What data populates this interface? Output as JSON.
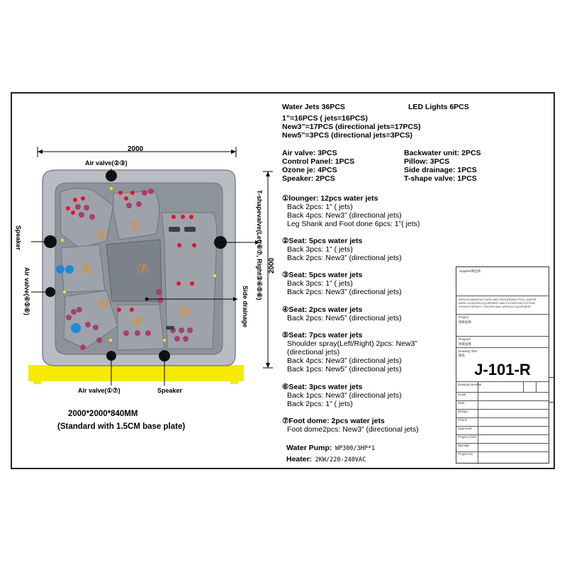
{
  "specs": {
    "water_jets": "Water Jets  36PCS",
    "led_lights": "LED Lights   6PCS",
    "jets_lines": [
      "1”=16PCS ( jets=16PCS)",
      "New3”=17PCS (directional jets=17PCS)",
      "New5”=3PCS (directional jets=3PCS)"
    ],
    "equipment_left": [
      "Air valve: 3PCS",
      "Control Panel: 1PCS",
      "Ozone je: 4PCS",
      "Speaker: 2PCS"
    ],
    "equipment_right": [
      "Backwater unit: 2PCS",
      "Pillow: 3PCS",
      "Side drainage: 1PCS",
      "T-shape valve: 1PCS"
    ],
    "seats": [
      {
        "title": "①lounger: 12pcs water jets",
        "lines": [
          "Back 2pcs: 1” ( jets)",
          "Back 4pcs: New3” (directional jets)",
          "Leg Shank and  Foot done 6pcs: 1”( jets)"
        ]
      },
      {
        "title": "②Seat: 5pcs water jets",
        "lines": [
          "Back 3pcs: 1” ( jets)",
          "Back 2pcs: New3” (directional jets)"
        ]
      },
      {
        "title": "③Seat: 5pcs water jets",
        "lines": [
          "Back 3pcs: 1” ( jets)",
          "Back 2pcs: New3” (directional jets)"
        ]
      },
      {
        "title": "④Seat: 2pcs water jets",
        "lines": [
          "Back 2pcs: New5” (directional jets)"
        ]
      },
      {
        "title": "⑤Seat: 7pcs water jets",
        "lines": [
          "Shoulder spray(Left/Right) 2pcs: New3”",
          "(directional jets)",
          "Back 4pcs: New3” (directional jets)",
          "Back 1pcs: New5” (directional jets)"
        ]
      },
      {
        "title": "⑥Seat: 3pcs water jets",
        "lines": [
          "Back 1pcs: New3” (directional jets)",
          "Back 2pcs: 1” ( jets)"
        ]
      },
      {
        "title": "⑦Foot dome: 2pcs water jets",
        "lines": [
          "Foot dome2pcs: New3” (directional jets)"
        ]
      }
    ],
    "water_pump_label": "Water Pump:",
    "water_pump_value": "WP300/3HP*1",
    "heater_label": "Heater:",
    "heater_value": "2KW/220-240VAC"
  },
  "diagram": {
    "width_dim": "2000",
    "height_dim": "2000",
    "labels": {
      "air_valve_top": "Air valve(②③)",
      "speaker_left": "Speaker",
      "air_valve_left": "Air valve(④⑤⑥)",
      "t_shape_valve": "T-shapevalve(Left⑥⑦, Right③④⑤⑥)",
      "side_drainage": "Side drainage",
      "air_valve_bottom": "Air valve(①⑦)",
      "speaker_bottom": "Speaker"
    },
    "seat_numbers": [
      "①",
      "②",
      "③",
      "④",
      "⑤",
      "⑥",
      "⑦"
    ],
    "caption_line1": "2000*2000*840MM",
    "caption_line2": "(Standard with 1.5CM base plate)"
  },
  "title_block": {
    "supplier": "Supplier供应商",
    "description": "DESIGN,MANUFACTURE AND GROUNDING POOL,WATER PARK,FOUNTAIN EQUIPMENT AND FILTRATION SYSTEM, HYDROTHERAPY CENTER AND SPECIAL EQUIPMENT",
    "project": "Project",
    "project_value": "项目名称",
    "program": "Program",
    "program_value": "项目名称",
    "drawing_title": "Drawing Title",
    "drawing_title_cn": "图名",
    "model": "J-101-R",
    "rows": [
      "Drawing Number",
      "Scale",
      "Date",
      "Design",
      "Check",
      "Approved",
      "Project Chief",
      "Dpt Mgr",
      "Project No"
    ]
  },
  "colors": {
    "tub_shell": "#b9bcc2",
    "tub_inner": "#858b93",
    "base_plate": "#f5ea00",
    "jet_red": "#e8102a",
    "jet_purple": "#a6406e",
    "jet_blue": "#1e88d8",
    "seat_number": "#e88a1c"
  }
}
